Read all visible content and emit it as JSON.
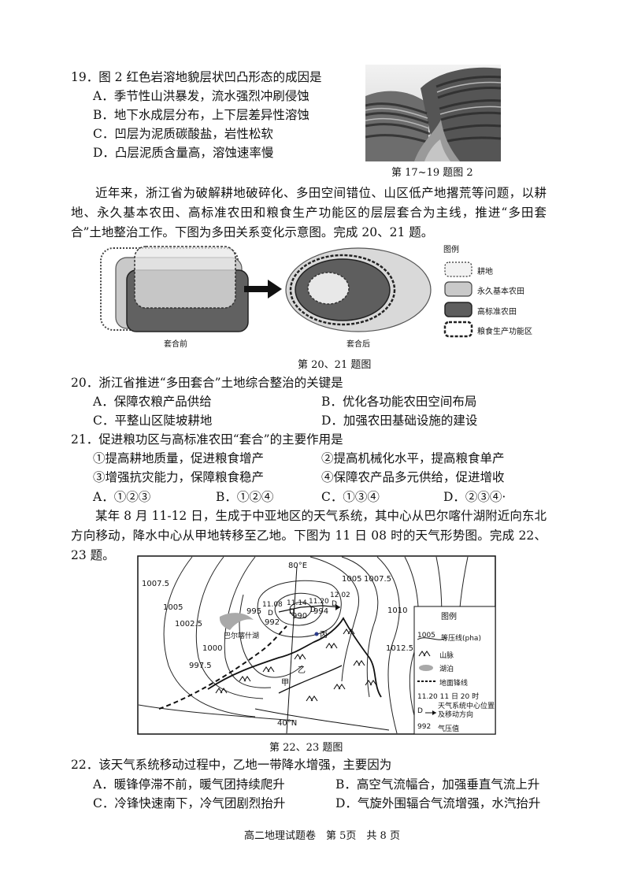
{
  "q19": {
    "stem": "19．图 2 红色岩溶地貌层状凹凸形态的成因是",
    "options": [
      "A．季节性山洪暴发，流水强烈冲刷侵蚀",
      "B．地下水成层分布，上下层差异性溶蚀",
      "C．凹层为泥质碳酸盐，岩性松软",
      "D．凸层泥质含量高，溶蚀速率慢"
    ],
    "photo_caption": "第 17~19 题图 2"
  },
  "passage1": "近年来，浙江省为破解耕地破碎化、多田空间错位、山区低产地撂荒等问题，以耕地、永久基本农田、高标准农田和粮食生产功能区的层层套合为主线，推进“多田套合”土地整治工作。下图为多田关系变化示意图。完成 20、21 题。",
  "fig1": {
    "before_label": "套合前",
    "after_label": "套合后",
    "legend_title": "图例",
    "legend": [
      "耕地",
      "永久基本农田",
      "高标准农田",
      "粮食生产功能区"
    ],
    "caption": "第 20、21 题图"
  },
  "q20": {
    "stem": "20．浙江省推进“多田套合”土地综合整治的关键是",
    "options": [
      "A．保障农粮产品供给",
      "B．优化各功能农田空间布局",
      "C．平整山区陡坡耕地",
      "D．加强农田基础设施的建设"
    ]
  },
  "q21": {
    "stem": "21．促进粮功区与高标准农田“套合”的主要作用是",
    "items": [
      "①提高耕地质量，促进粮食增产",
      "②提高机械化水平，提高粮食单产",
      "③增强抗灾能力，保障粮食稳产",
      "④保障农产品多元供给，促进增收"
    ],
    "options": [
      "A．①②③",
      "B．①②④",
      "C．①③④",
      "D．②③④·"
    ]
  },
  "passage2": "某年 8 月 11-12 日，生成于中亚地区的天气系统，其中心从巴尔喀什湖附近向东北方向移动，降水中心从甲地转移至乙地。下图为 11 日 08 时的天气形势图。完成 22、23 题。",
  "map": {
    "isobars": [
      "1007.5",
      "1005",
      "1002.5",
      "1000",
      "997.5",
      "995",
      "992",
      "990",
      "994",
      "1005",
      "1007.5",
      "1010",
      "1012.5"
    ],
    "meridian": "80°E",
    "parallel": "40°N",
    "lake": "巴尔喀什湖",
    "place_jia": "甲",
    "place_yi": "乙",
    "place_bing": "丙",
    "centers": [
      "11.08",
      "11.14",
      "11.20",
      "12.02"
    ],
    "center_sym": "D",
    "legend_title": "图例",
    "legend_isobar_value": "1005",
    "legend": [
      "等压线(pha)",
      "山脉",
      "湖泊",
      "地面锋线",
      "天气系统中心位置及移动方向",
      "气压值"
    ],
    "legend_time_example": "11.20 11 日 20 时",
    "legend_pressure_example": "992",
    "caption": "第 22、23 题图"
  },
  "q22": {
    "stem": "22．该天气系统移动过程中，乙地一带降水增强，主要因为",
    "options": [
      "A．暖锋停滞不前，暖气团持续爬升",
      "B．高空气流幅合，加强垂直气流上升",
      "C．冷锋快速南下，冷气团剧烈抬升",
      "D．气旋外围辐合气流增强，水汽抬升"
    ]
  },
  "footer": "高二地理试题卷　第 5页　共 8 页"
}
